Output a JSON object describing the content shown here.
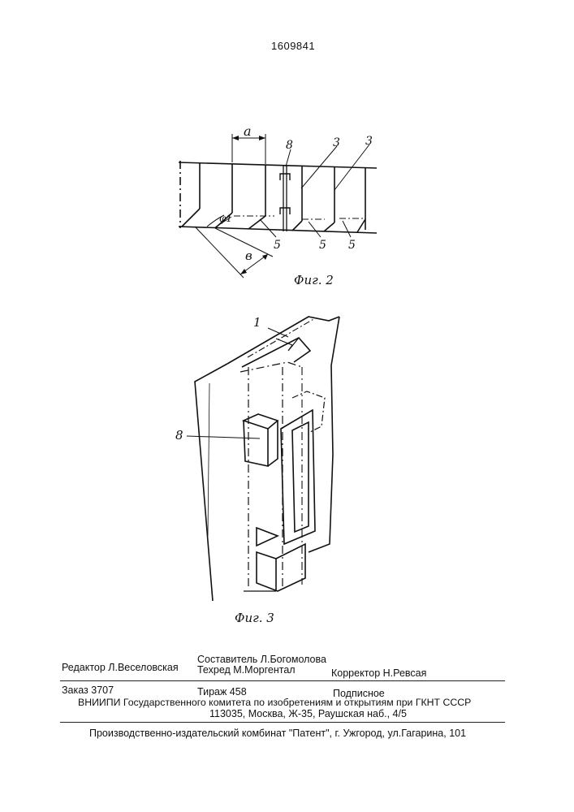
{
  "patent_number": "1609841",
  "fig2": {
    "caption": "Фиг. 2",
    "label_a": "a",
    "label_b": "в",
    "label_phi": "φ1",
    "label_8": "8",
    "label_3a": "3",
    "label_3b": "3",
    "label_5a": "5",
    "label_5b": "5",
    "label_5c": "5"
  },
  "fig3": {
    "caption": "Фиг. 3",
    "label_1": "1",
    "label_8": "8"
  },
  "footer": {
    "editor": "Редактор  Л.Веселовская",
    "compiler": "Составитель Л.Богомолова",
    "techred": "Техред М.Моргентал",
    "corrector": "Корректор  Н.Ревсая",
    "order": "Заказ  3707",
    "circulation": "Тираж 458",
    "subscription": "Подписное",
    "institute": "ВНИИПИ Государственного комитета по изобретениям и открытиям при ГКНТ СССР",
    "address": "113035, Москва, Ж-35, Раушская наб., 4/5",
    "publisher": "Производственно-издательский комбинат \"Патент\", г. Ужгород, ул.Гагарина, 101"
  }
}
